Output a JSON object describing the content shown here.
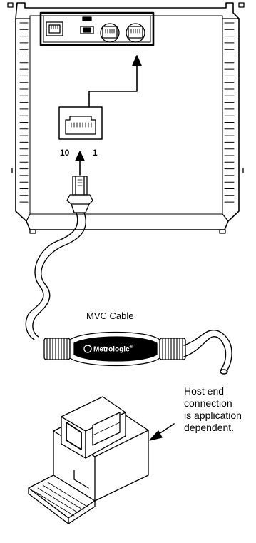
{
  "jack": {
    "pin_left": "10",
    "pin_right": "1"
  },
  "cable": {
    "label": "MVC Cable",
    "logo_text": "Metrologic",
    "logo_mark": "®"
  },
  "host": {
    "note_lines": [
      "Host end",
      "connection",
      "is application",
      "dependent."
    ]
  },
  "colors": {
    "line": "#000000",
    "background": "#ffffff"
  },
  "icons": [
    "rj45-port-icon",
    "power-jack-icon",
    "rj-port-icon",
    "arrow-up-icon",
    "arrow-right-up-icon",
    "computer-icon"
  ]
}
